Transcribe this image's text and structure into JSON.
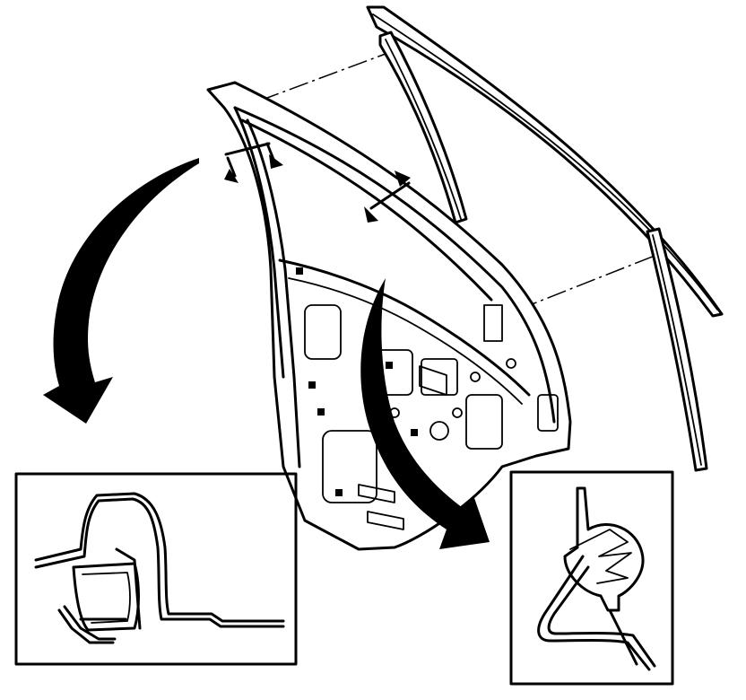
{
  "diagram": {
    "parts": [
      {
        "id": "door-frame",
        "icon": "door-frame-icon"
      },
      {
        "id": "front-channel-weatherstrip",
        "icon": "channel-weatherstrip-icon"
      },
      {
        "id": "upper-rear-weatherstrip",
        "icon": "upper-weatherstrip-icon"
      },
      {
        "id": "detail-left",
        "icon": "cross-section-detail-icon"
      },
      {
        "id": "detail-right",
        "icon": "cross-section-detail-icon"
      }
    ],
    "labels": []
  }
}
